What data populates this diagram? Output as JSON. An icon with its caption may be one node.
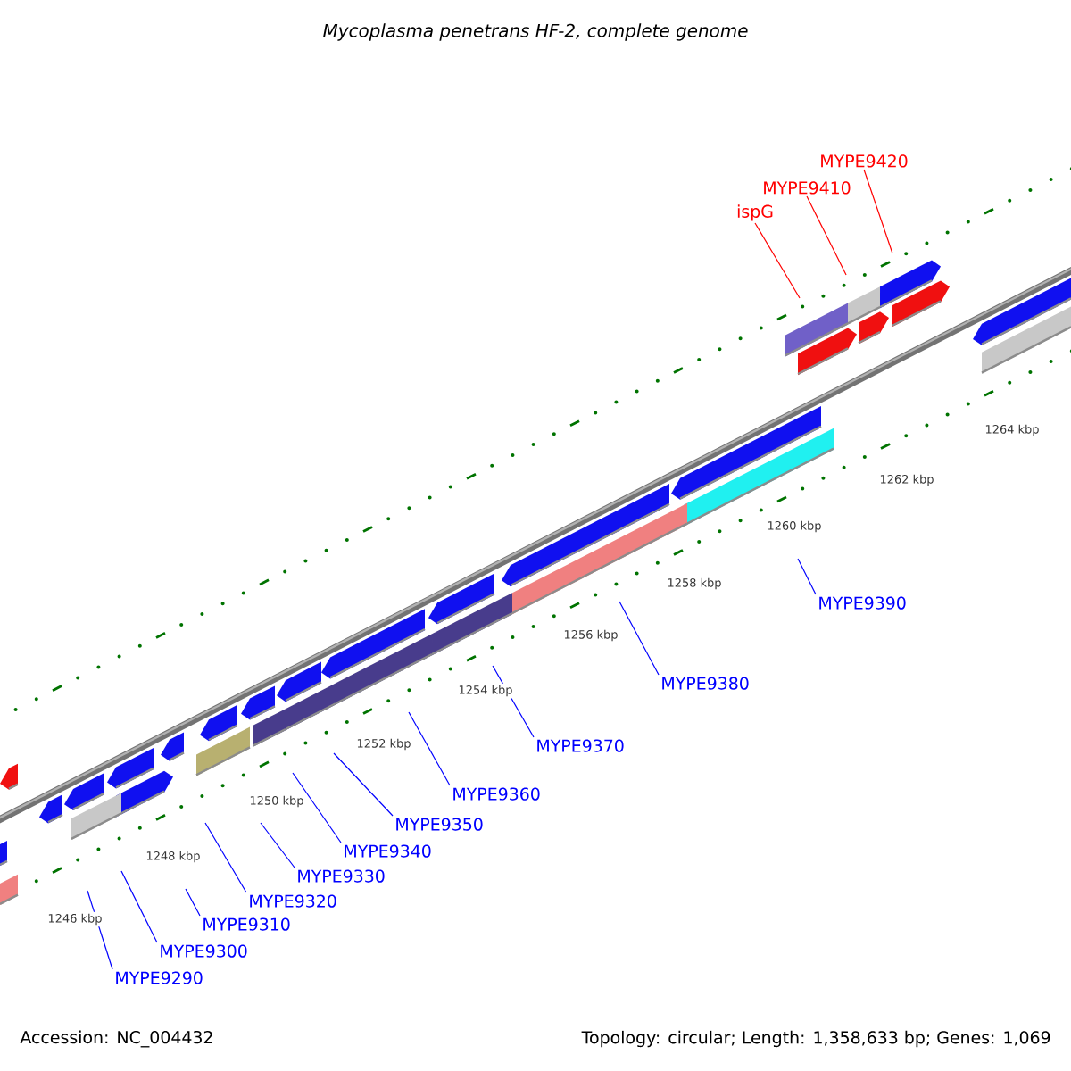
{
  "diagram": {
    "title": "Mycoplasma penetrans HF-2, complete genome",
    "nodes": [
      {
        "text": [
          "MYPE9290"
        ]
      },
      {
        "text": [
          "MYPE9300"
        ]
      },
      {
        "text": [
          "MYPE9310"
        ]
      },
      {
        "text": [
          "MYPE9320"
        ]
      },
      {
        "text": [
          "MYPE9330"
        ]
      },
      {
        "text": [
          "MYPE9340"
        ]
      },
      {
        "text": [
          "MYPE9350"
        ]
      },
      {
        "text": [
          "MYPE9360"
        ]
      },
      {
        "text": [
          "MYPE9370"
        ]
      },
      {
        "text": [
          "MYPE9380"
        ]
      },
      {
        "text": [
          "MYPE9390"
        ]
      },
      {
        "text": [
          "ispG"
        ]
      },
      {
        "text": [
          "MYPE9410"
        ]
      },
      {
        "text": [
          "MYPE9420"
        ]
      }
    ],
    "edges": [
      {
        "from": 0,
        "to": null,
        "arrow": "none"
      },
      {
        "from": 1,
        "to": null,
        "arrow": "none"
      },
      {
        "from": 2,
        "to": null,
        "arrow": "none"
      },
      {
        "from": 3,
        "to": null,
        "arrow": "none"
      },
      {
        "from": 4,
        "to": null,
        "arrow": "none"
      },
      {
        "from": 5,
        "to": null,
        "arrow": "none"
      },
      {
        "from": 6,
        "to": null,
        "arrow": "none"
      },
      {
        "from": 7,
        "to": null,
        "arrow": "none"
      },
      {
        "from": 8,
        "to": null,
        "arrow": "none"
      },
      {
        "from": 9,
        "to": null,
        "arrow": "none"
      },
      {
        "from": 10,
        "to": null,
        "arrow": "none"
      },
      {
        "from": 11,
        "to": null,
        "arrow": "none",
        "color": "#ff0000"
      },
      {
        "from": 12,
        "to": null,
        "arrow": "none",
        "color": "#ff0000"
      },
      {
        "from": 13,
        "to": null,
        "arrow": "none",
        "color": "#ff0000"
      }
    ],
    "labels": [
      "1246 kbp",
      "1248 kbp",
      "1250 kbp",
      "1252 kbp",
      "1254 kbp",
      "1256 kbp",
      "1258 kbp",
      "1260 kbp",
      "1262 kbp",
      "1264 kbp",
      "Accession: NC_004432",
      "Topology: circular; Length: 1,358,633 bp; Genes: 1,069"
    ]
  }
}
